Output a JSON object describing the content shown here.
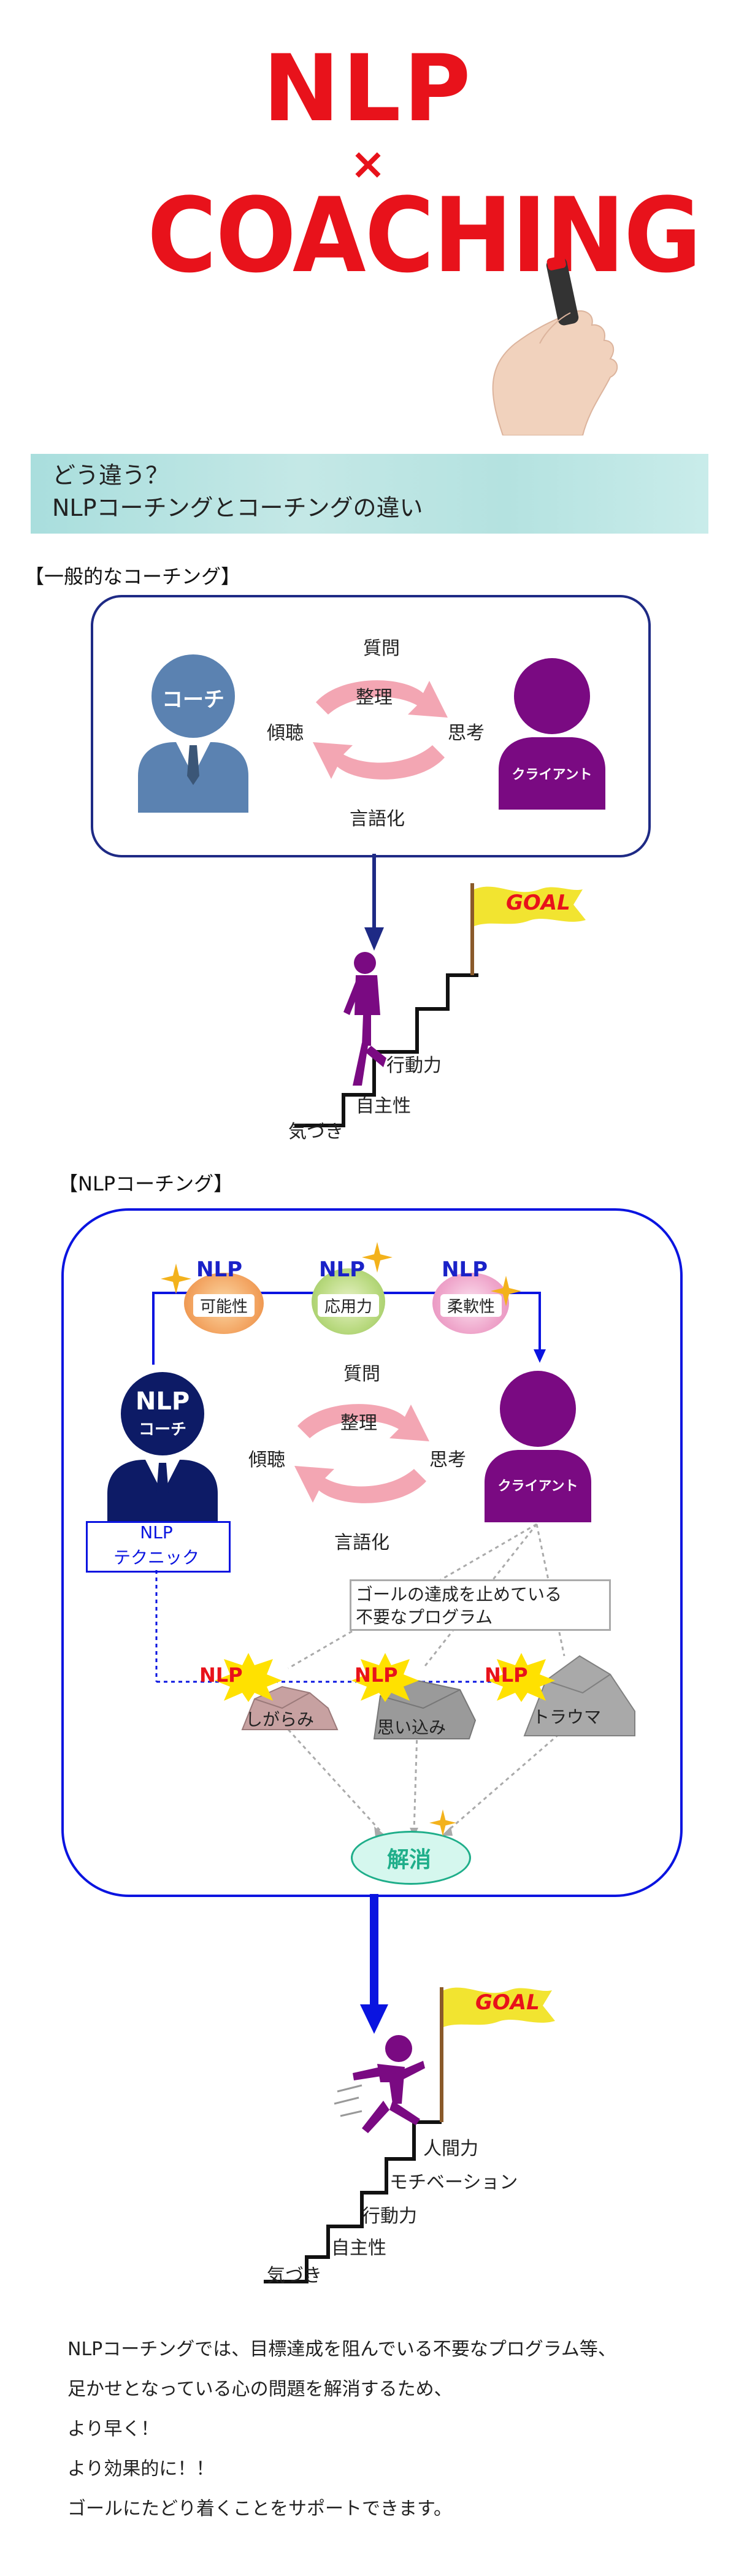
{
  "header": {
    "title_top": "NLP",
    "title_mid": "×",
    "title_bottom": "COACHING"
  },
  "banner": {
    "line1": "どう違う？",
    "line2": "NLPコーチングとコーチングの違い"
  },
  "section1": {
    "label": "【一般的なコーチング】",
    "coach": "コーチ",
    "client": "クライアント",
    "cycle": {
      "top": "質問",
      "center": "整理",
      "left": "傾聴",
      "right": "思考",
      "bottom": "言語化"
    },
    "stairs": [
      "気づき",
      "自主性",
      "行動力"
    ],
    "goal": "GOAL"
  },
  "section2": {
    "label": "【NLPコーチング】",
    "coach_top": "NLP",
    "coach_bottom": "コーチ",
    "client": "クライアント",
    "skills": [
      {
        "tag": "NLP",
        "label": "可能性"
      },
      {
        "tag": "NLP",
        "label": "応用力"
      },
      {
        "tag": "NLP",
        "label": "柔軟性"
      }
    ],
    "technique_line1": "NLP",
    "technique_line2": "テクニック",
    "cycle": {
      "top": "質問",
      "center": "整理",
      "left": "傾聴",
      "right": "思考",
      "bottom": "言語化"
    },
    "program_line1": "ゴールの達成を止めている",
    "program_line2": "不要なプログラム",
    "obstacles": [
      {
        "tag": "NLP",
        "label": "しがらみ"
      },
      {
        "tag": "NLP",
        "label": "思い込み"
      },
      {
        "tag": "NLP",
        "label": "トラウマ"
      }
    ],
    "resolve": "解消",
    "stairs": [
      "気づき",
      "自主性",
      "行動力",
      "モチベーション",
      "人間力"
    ],
    "goal": "GOAL"
  },
  "footer": {
    "lines": [
      "NLPコーチングでは、目標達成を阻んでいる不要なプログラム等、",
      "足かせとなっている心の問題を解消するため、",
      "より早く！",
      "より効果的に！！",
      "ゴールにたどり着くことをサポートできます。"
    ]
  },
  "colors": {
    "red_title": "#e8121b",
    "coach_blue": "#5b82b1",
    "client_purple": "#7a0a82",
    "arrow_pink": "#f3a6b3",
    "navy_border": "#1e2a85",
    "bright_blue": "#0a14e0",
    "goal_yellow": "#f2e430",
    "resolve_green": "#1fae8a"
  }
}
